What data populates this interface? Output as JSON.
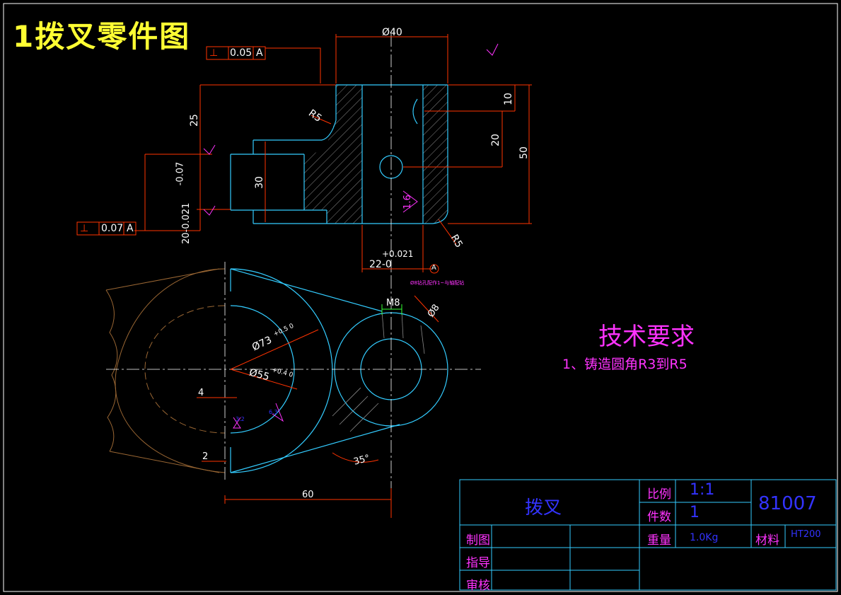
{
  "drawing_title": "1拨叉零件图",
  "tech_requirements": {
    "heading": "技术要求",
    "item1": "1、铸造圆角R3到R5"
  },
  "dimensions": {
    "d40": "Ø40",
    "tol_top": "0.05",
    "tol_top_ref": "A",
    "tol_left": "0.07",
    "tol_left_ref": "A",
    "perp_symbol": "⊥",
    "r5_top": "R5",
    "r5_bottom": "R5",
    "h25": "25",
    "h30": "30",
    "h20": "20",
    "h10": "10",
    "h50": "50",
    "tol_20": "-0.07",
    "tol_20b": "20-0.021",
    "rough16": "1.6",
    "w22": "22-0",
    "w22_tol": "+0.021",
    "datum_a": "A",
    "m8": "M8",
    "d8_note": "Ø8钻孔配作1~与轴配钻",
    "d8": "Ø8",
    "d73": "Ø73",
    "d73_tol": "+0.5 0",
    "d55": "Ø55",
    "d55_tol": "+0.4 0",
    "w4": "4",
    "w2": "2",
    "a35": "35°",
    "w60": "60",
    "rough_a": "3.2",
    "rough_b": "6.3"
  },
  "title_block": {
    "part_name": "拨叉",
    "scale_label": "比例",
    "scale_value": "1:1",
    "qty_label": "件数",
    "qty_value": "1",
    "drawing_no": "81007",
    "weight_label": "重量",
    "weight_value": "1.0Kg",
    "material_label": "材料",
    "material_value": "HT200",
    "drawn_label": "制图",
    "guide_label": "指导",
    "review_label": "审核"
  }
}
